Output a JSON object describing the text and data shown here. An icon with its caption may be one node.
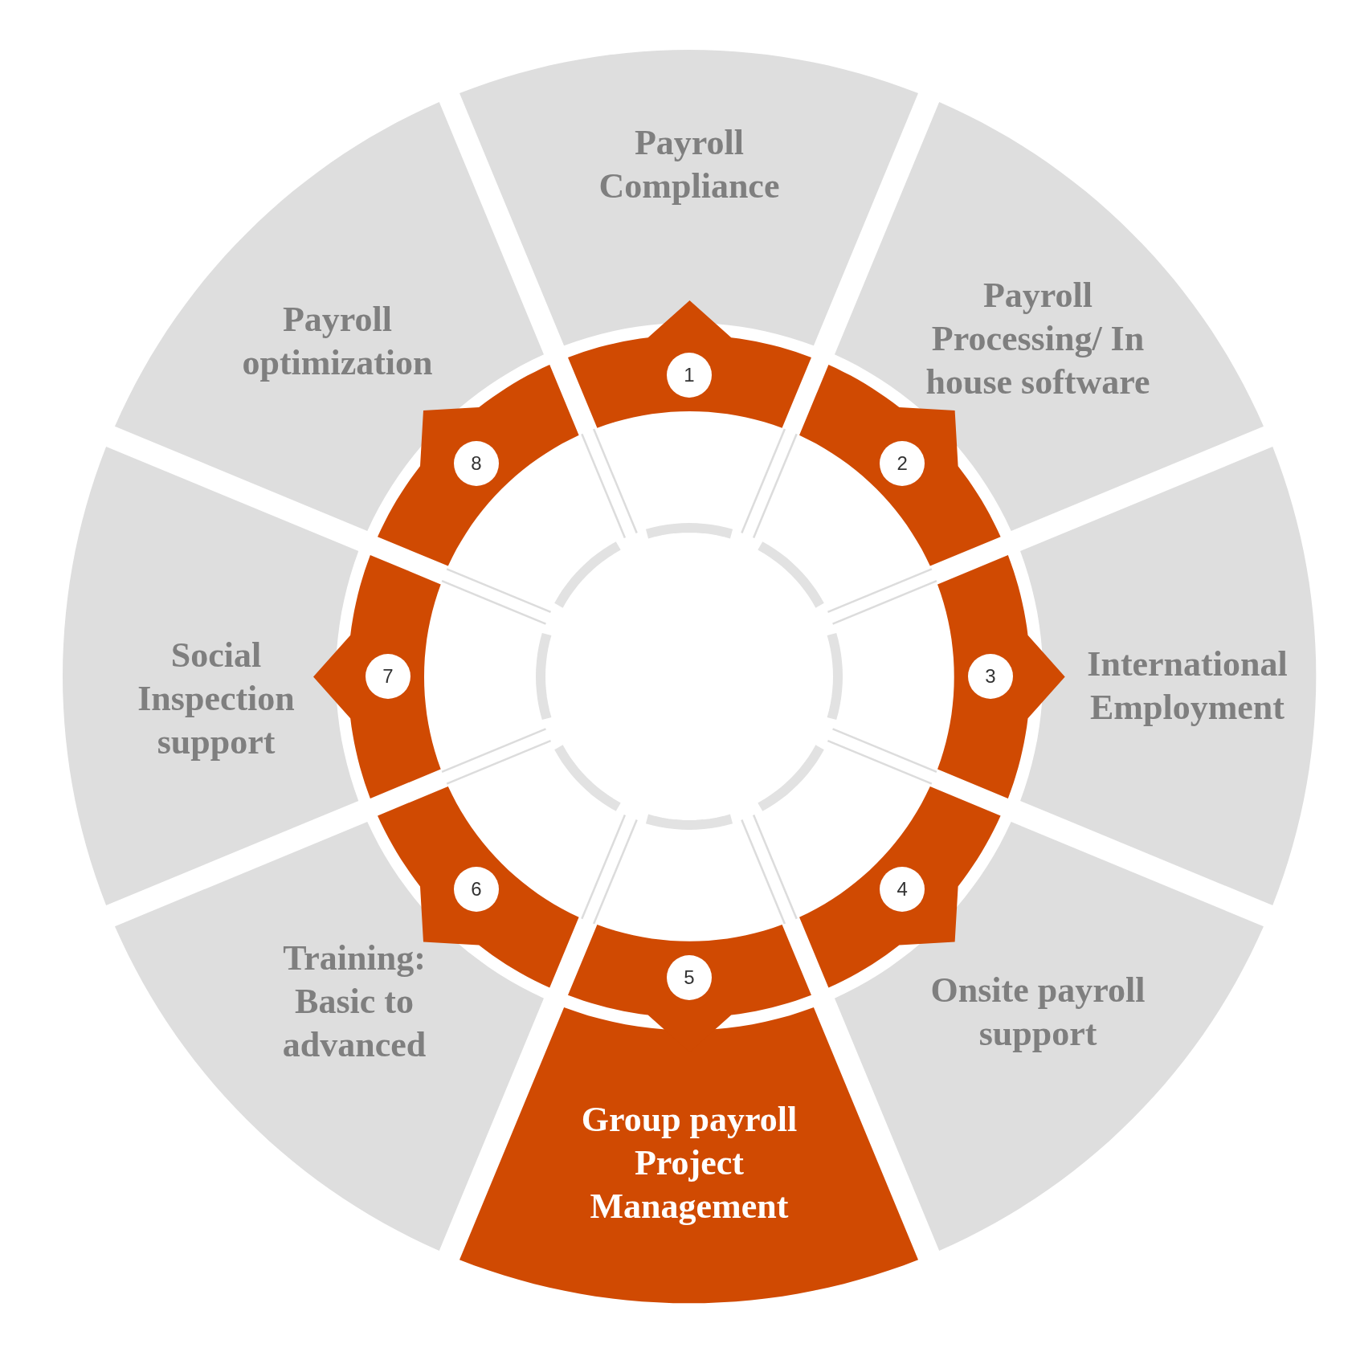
{
  "diagram": {
    "nodes": [
      {
        "text": [
          "Payroll Compliance"
        ]
      },
      {
        "text": [
          "Payroll Processing/ In house software"
        ]
      },
      {
        "text": [
          "International Employment"
        ]
      },
      {
        "text": [
          "Onsite payroll support"
        ]
      },
      {
        "text": [
          "Group payroll Project Management"
        ]
      },
      {
        "text": [
          "Training: Basic to advanced"
        ]
      },
      {
        "text": [
          "Social Inspection support"
        ]
      },
      {
        "text": [
          "Payroll optimization"
        ]
      },
      {
        "text": [
          "1"
        ]
      },
      {
        "text": [
          "2"
        ]
      },
      {
        "text": [
          "3"
        ]
      },
      {
        "text": [
          "4"
        ]
      },
      {
        "text": [
          "5"
        ]
      },
      {
        "text": [
          "6"
        ]
      },
      {
        "text": [
          "7"
        ]
      },
      {
        "text": [
          "8"
        ]
      }
    ]
  }
}
